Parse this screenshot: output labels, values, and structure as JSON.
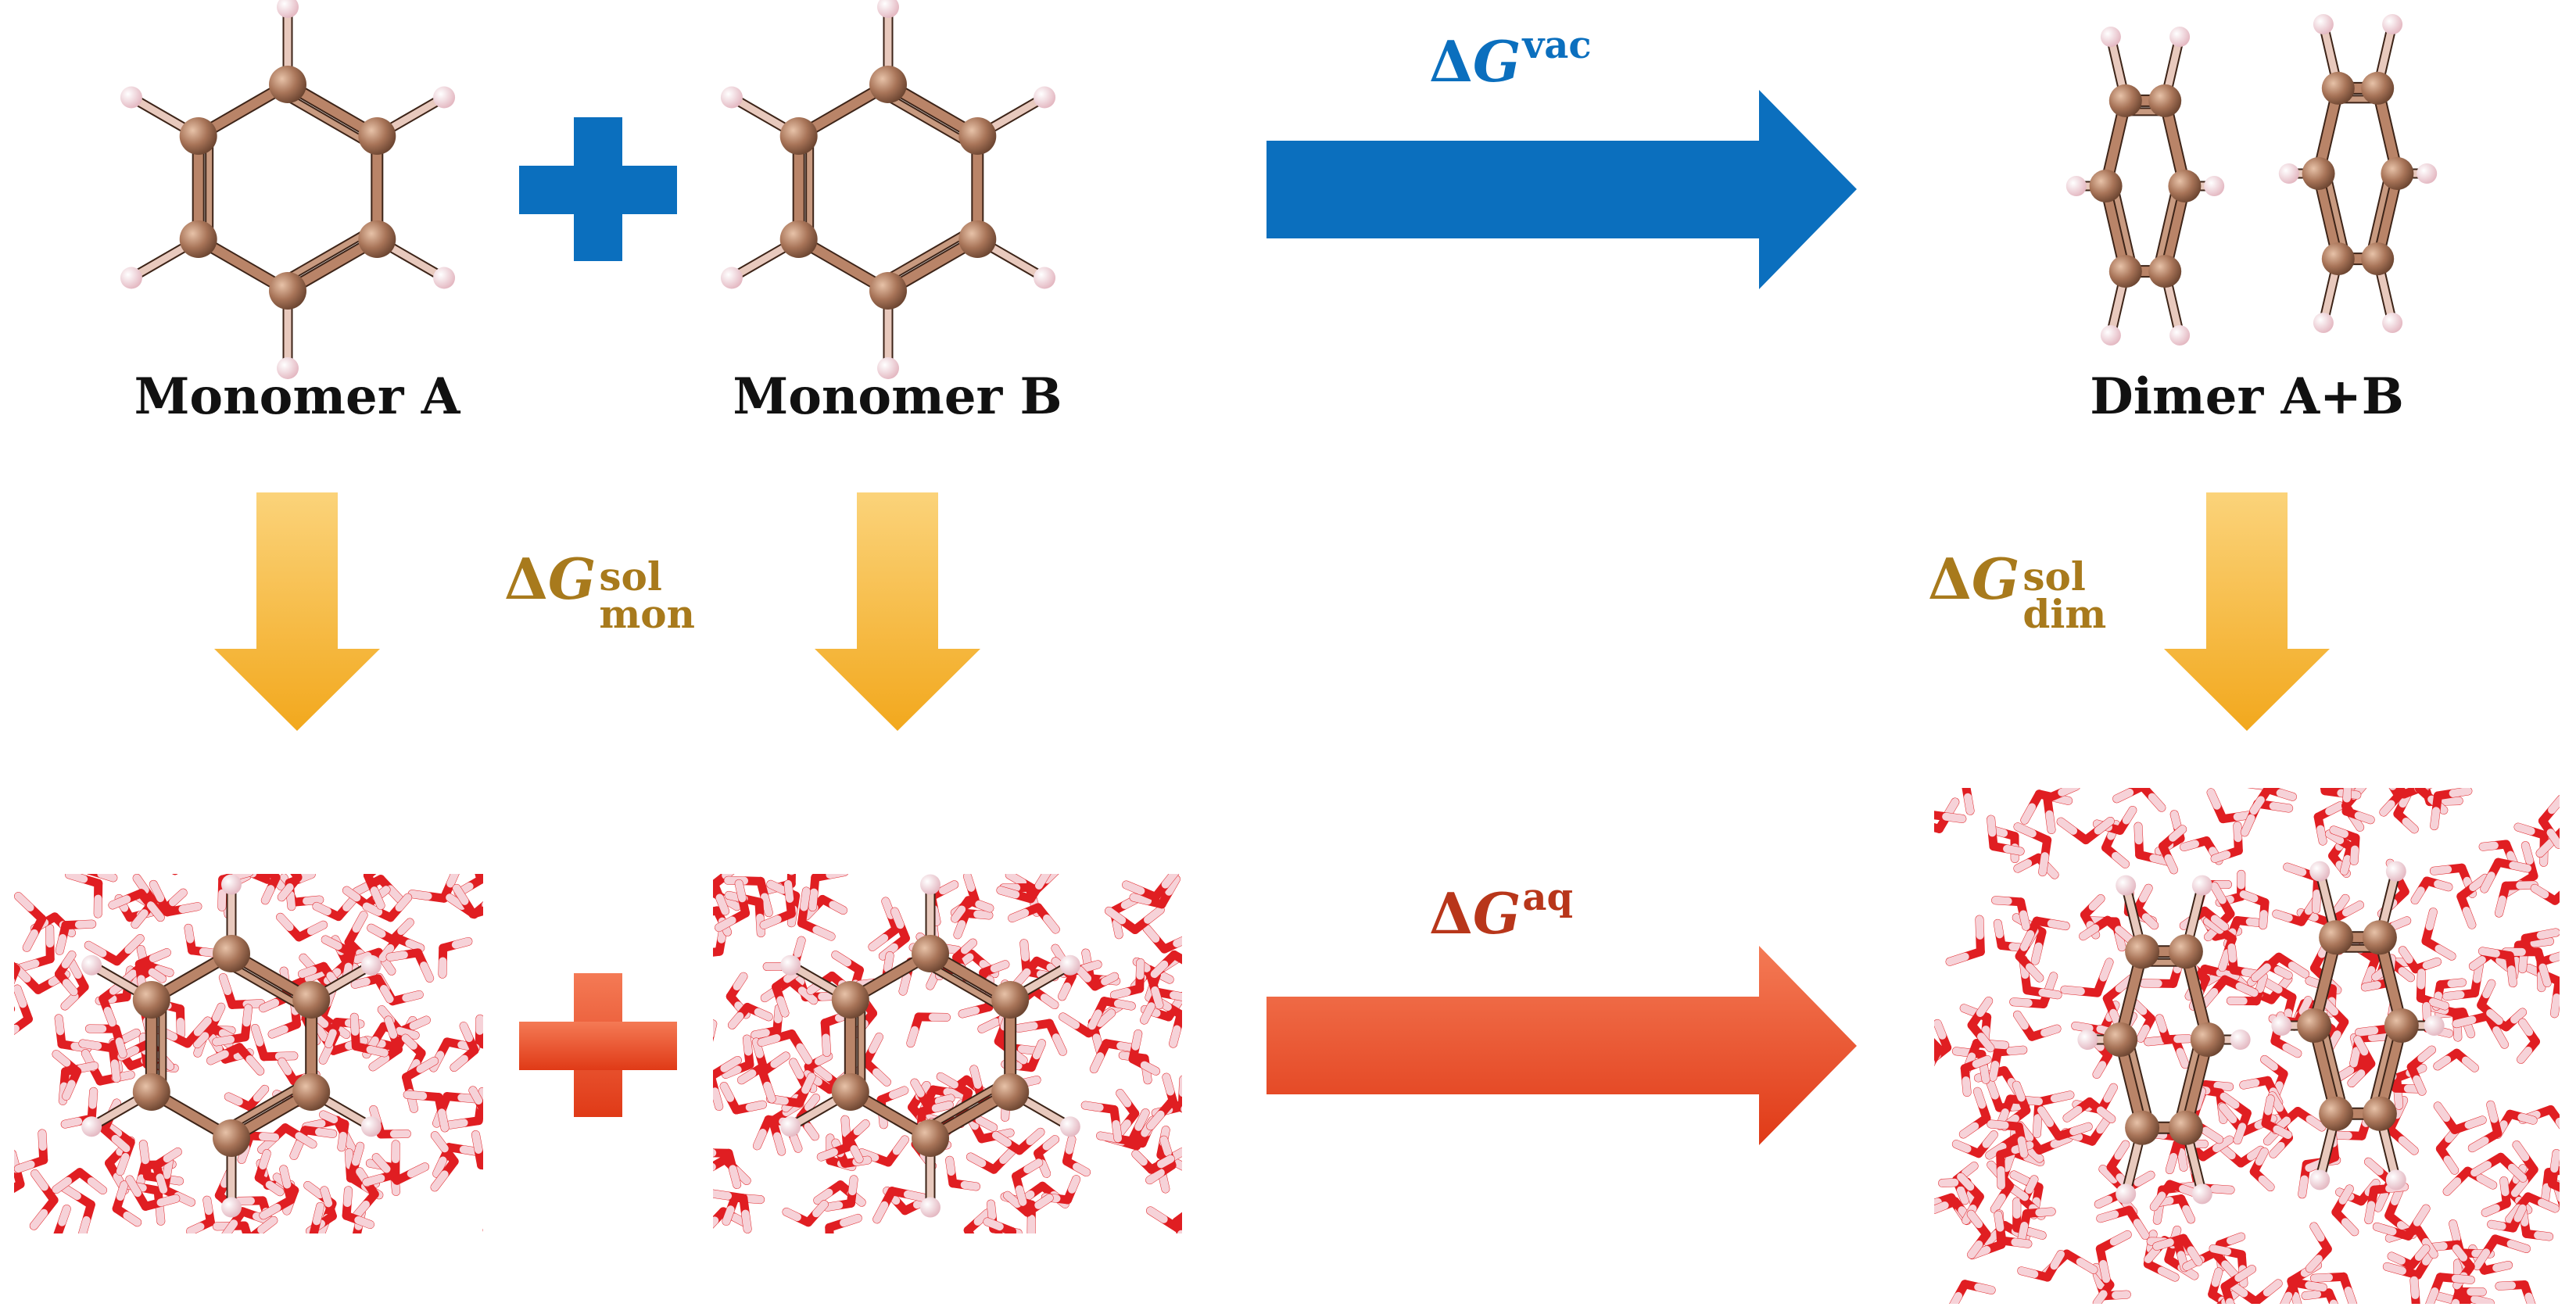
{
  "labels": {
    "monomer_a": "Monomer A",
    "monomer_b": "Monomer B",
    "dimer": "Dimer A+B"
  },
  "equations": {
    "delta": "Δ",
    "g": "G",
    "vac_sup": "vac",
    "aq_sup": "aq",
    "sol_sup": "sol",
    "mon_sub": "mon",
    "dim_sub": "dim"
  },
  "colors": {
    "vacuum_arrow": "#0b6fbe",
    "vacuum_text": "#0b6fbe",
    "solvation_arrow": "#f5b335",
    "solvation_text": "#a87a1c",
    "aqueous_arrow": "#e94a24",
    "aqueous_text": "#b8361a",
    "carbon": "#a87458",
    "hydrogen": "#f3d6dc",
    "oxygen": "#e01e22"
  },
  "icons": {
    "plus": "plus-icon",
    "arrow": "arrow-icon",
    "molecule": "benzene-molecule",
    "water": "water-molecule"
  }
}
